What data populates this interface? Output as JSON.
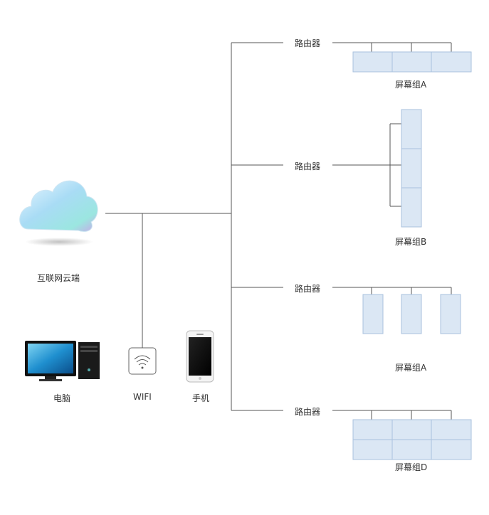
{
  "nodes": {
    "cloud_label": "互联网云端",
    "pc_label": "电脑",
    "wifi_label": "WIFI",
    "phone_label": "手机"
  },
  "routers": [
    {
      "label": "路由器",
      "group_label": "屏幕组A"
    },
    {
      "label": "路由器",
      "group_label": "屏幕组B"
    },
    {
      "label": "路由器",
      "group_label": "屏幕组A"
    },
    {
      "label": "路由器",
      "group_label": "屏幕组D"
    }
  ],
  "colors": {
    "screen_fill": "#dbe7f4",
    "screen_border": "#a9c2de",
    "line": "#555555"
  }
}
